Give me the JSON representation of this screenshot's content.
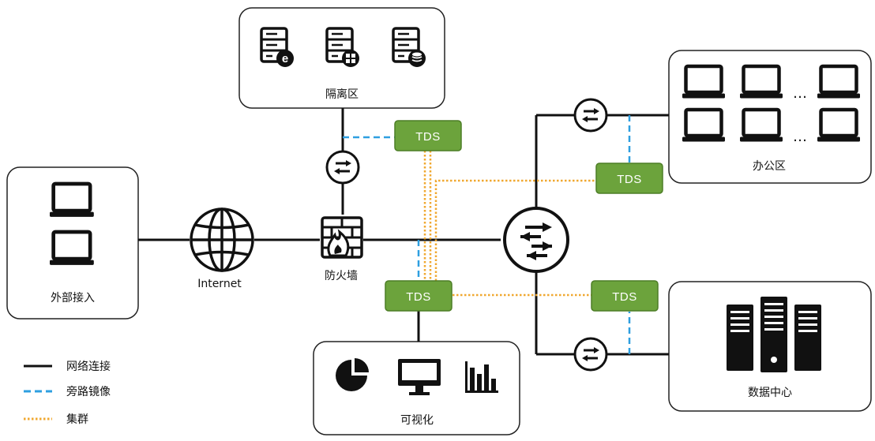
{
  "zones": {
    "isolation": "隔离区",
    "office": "办公区",
    "external": "外部接入",
    "visualization": "可视化",
    "datacenter": "数据中心"
  },
  "nodes": {
    "internet": "Internet",
    "firewall": "防火墙",
    "tds": "TDS"
  },
  "office_ellipsis": "…",
  "legend": [
    {
      "label": "网络连接",
      "style": "solid",
      "color": "#111111"
    },
    {
      "label": "旁路镜像",
      "style": "dashed",
      "color": "#2e9fe0"
    },
    {
      "label": "集群",
      "style": "dotted",
      "color": "#f0a830"
    }
  ],
  "colors": {
    "tds_fill": "#6ca33c",
    "mirror": "#2e9fe0",
    "cluster": "#f0a830",
    "line": "#111111"
  }
}
